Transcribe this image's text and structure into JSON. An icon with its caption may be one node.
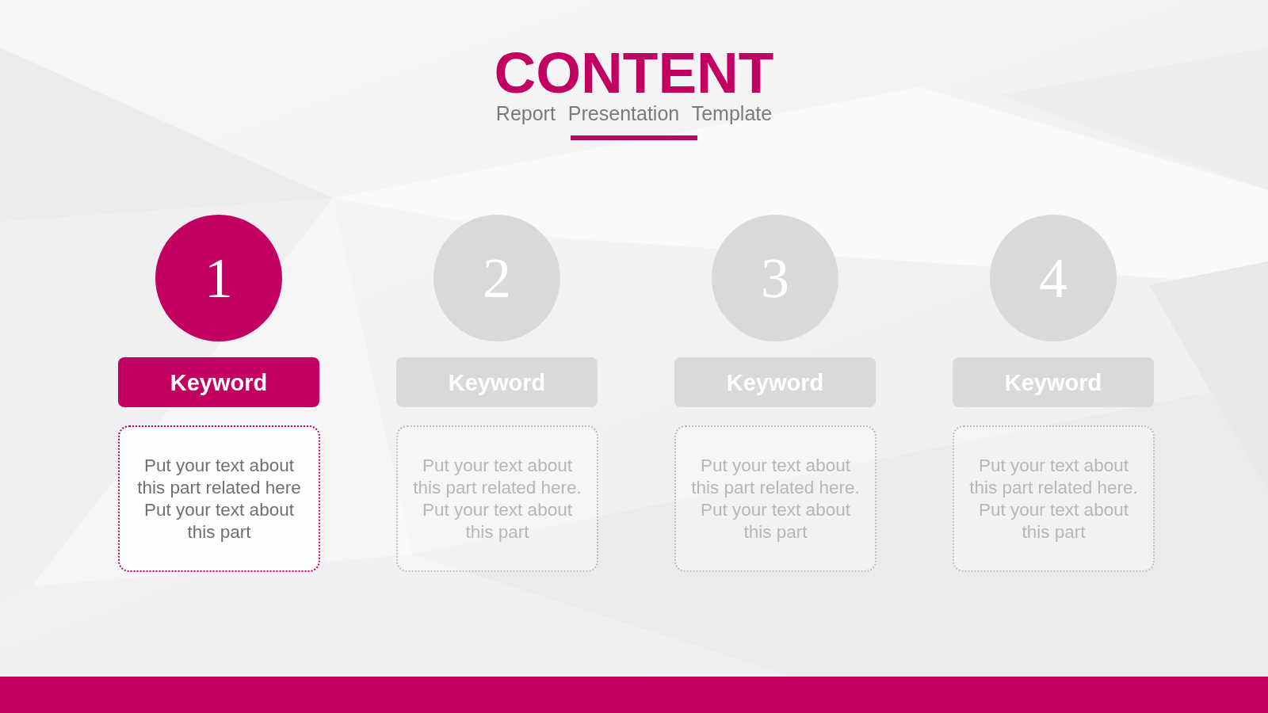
{
  "diagram": {
    "title": "CONTENT",
    "nodes": [
      {
        "text": [
          "1"
        ]
      },
      {
        "text": [
          "2"
        ]
      },
      {
        "text": [
          "3"
        ]
      },
      {
        "text": [
          "4"
        ]
      },
      {
        "text": [
          "Keyword"
        ]
      },
      {
        "text": [
          "Keyword"
        ]
      },
      {
        "text": [
          "Keyword"
        ]
      },
      {
        "text": [
          "Keyword"
        ]
      },
      {
        "text": [
          "Put your text about this part related here Put your text about this part"
        ]
      },
      {
        "text": [
          "Put your text about this part related here. Put your text about this part"
        ]
      },
      {
        "text": [
          "Put your text about this part related here. Put your text about this part"
        ]
      },
      {
        "text": [
          "Put your text about this part related here. Put your text about this part"
        ]
      }
    ],
    "labels": [
      "Report Presentation Template"
    ]
  }
}
